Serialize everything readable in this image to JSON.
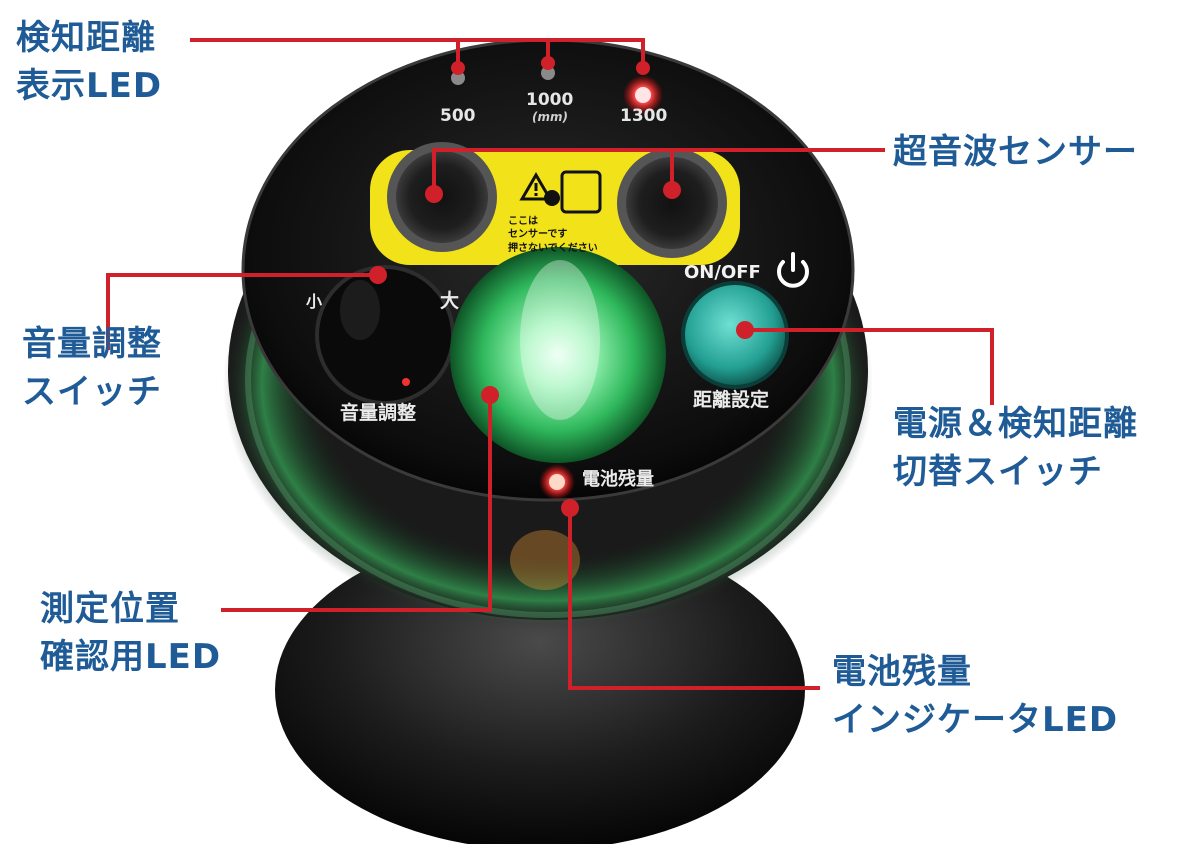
{
  "device": {
    "distance_leds": {
      "labels": [
        "500",
        "1000",
        "1300"
      ],
      "unit": "(mm)"
    },
    "sensor_sticker": {
      "line1": "ここは",
      "line2": "センサーです",
      "line3": "押さないでください"
    },
    "volume_small": "小",
    "volume_large": "大",
    "volume_label": "音量調整",
    "power_label": "ON/OFF",
    "distance_setting_label": "距離設定",
    "battery_label": "電池残量"
  },
  "callouts": {
    "distance_led": {
      "line1": "検知距離",
      "line2": "表示LED"
    },
    "ultrasonic_sensor": {
      "line1": "超音波センサー"
    },
    "volume_switch": {
      "line1": "音量調整",
      "line2": "スイッチ"
    },
    "power_switch": {
      "line1": "電源＆検知距離",
      "line2": "切替スイッチ"
    },
    "position_led": {
      "line1": "測定位置",
      "line2": "確認用LED"
    },
    "battery_led": {
      "line1": "電池残量",
      "line2": "インジケータLED"
    }
  },
  "colors": {
    "callout_text": "#1f5b96",
    "leader_line": "#d0202a",
    "sticker_yellow": "#f2e21a",
    "power_button": "#2fb3a6",
    "green_glow": "#3fd36a"
  }
}
